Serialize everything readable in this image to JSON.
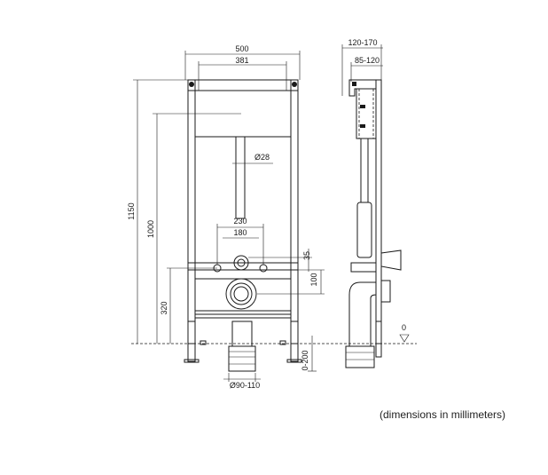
{
  "front_view": {
    "width_outer": "500",
    "width_inner": "381",
    "height_total": "1150",
    "height_frame": "1000",
    "height_outlet": "320",
    "pipe_diameter": "Ø28",
    "width_230": "230",
    "width_180": "180",
    "offset_35": "35",
    "offset_100": "100",
    "adjust_range": "0-200",
    "outlet_diameter": "Ø90-110"
  },
  "side_view": {
    "depth_outer": "120-170",
    "depth_inner": "85-120",
    "floor_level": "0"
  },
  "caption": "(dimensions in millimeters)"
}
